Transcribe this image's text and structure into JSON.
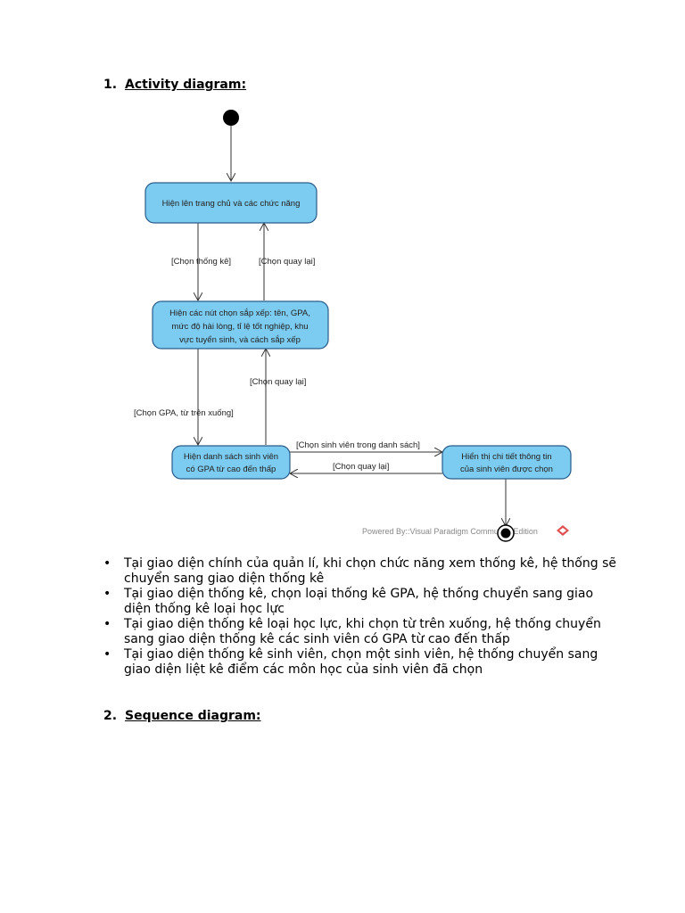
{
  "section1": {
    "number": "1.",
    "title": "Activity diagram:"
  },
  "section2": {
    "number": "2.",
    "title": "Sequence diagram:"
  },
  "diagram": {
    "nodes": {
      "home": [
        "Hiện lên trang chủ và các chức năng"
      ],
      "sort": [
        "Hiện các nút chọn sắp xếp: tên, GPA,",
        "mức độ hài lòng, tỉ lệ tốt nghiệp, khu",
        "vực tuyển sinh, và cách sắp xếp"
      ],
      "list": [
        "Hiện danh sách sinh viên",
        "có GPA từ cao đến thấp"
      ],
      "detail": [
        "Hiển thị chi tiết thông tin",
        "của sinh viên được chọn"
      ]
    },
    "edges": {
      "choose_stats": "[Chọn thống kê]",
      "back1": "[Chọn quay lại]",
      "back2": "[Chọn quay lại]",
      "choose_gpa": "[Chọn GPA, từ trên xuống]",
      "choose_student": "[Chọn sinh viên trong danh sách]",
      "back3": "[Chọn quay lại]"
    },
    "watermark": "Powered By::Visual Paradigm Community Edition"
  },
  "bullets": [
    "Tại giao diện chính của quản lí, khi chọn chức năng xem thống kê, hệ thống sẽ chuyển sang giao diện thống kê",
    "Tại giao diện thống kê, chọn loại thống kê GPA, hệ thống chuyển sang giao diện thống kê loại học lực",
    "Tại giao diện thống kê loại học lực, khi chọn từ trên xuống, hệ thống chuyển sang giao diện thống kê các sinh viên có GPA từ cao đến thấp",
    "Tại giao diện thống kê sinh viên, chọn một sinh viên, hệ thống chuyển sang giao diện liệt kê điểm các môn học của sinh viên đã chọn"
  ],
  "bullet_symbol": "•"
}
